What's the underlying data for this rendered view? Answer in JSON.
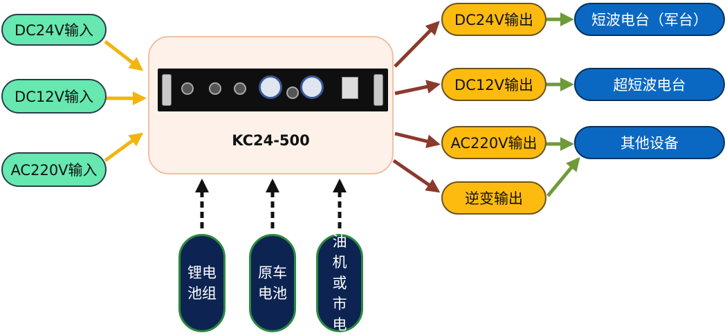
{
  "inputs": [
    {
      "id": "in-dc24",
      "label": "DC24V输入"
    },
    {
      "id": "in-dc12",
      "label": "DC12V输入"
    },
    {
      "id": "in-ac220",
      "label": "AC220V输入"
    }
  ],
  "center": {
    "model": "KC24-500"
  },
  "outputs": [
    {
      "id": "out-dc24",
      "label": "DC24V输出"
    },
    {
      "id": "out-dc12",
      "label": "DC12V输出"
    },
    {
      "id": "out-ac220",
      "label": "AC220V输出"
    },
    {
      "id": "out-inverter",
      "label": "逆变输出"
    }
  ],
  "devices": [
    {
      "id": "dev-shortwave",
      "label": "短波电台（军台）"
    },
    {
      "id": "dev-ultrashort",
      "label": "超短波电台"
    },
    {
      "id": "dev-other",
      "label": "其他设备"
    }
  ],
  "sources": [
    {
      "id": "src-lithium",
      "label": "锂电池组"
    },
    {
      "id": "src-vehicle",
      "label": "原车电池"
    },
    {
      "id": "src-generator",
      "label": "油机或市电"
    }
  ],
  "colors": {
    "input_fill": "#66e8b0",
    "input_arrow": "#f2b40f",
    "output_fill": "#fdbb10",
    "output_arrow": "#8b3a2e",
    "device_fill": "#0b68c2",
    "device_arrow": "#6f9a3a",
    "source_fill": "#0d2452",
    "source_arrow": "#111111",
    "center_fill": "#fdf1e9"
  }
}
